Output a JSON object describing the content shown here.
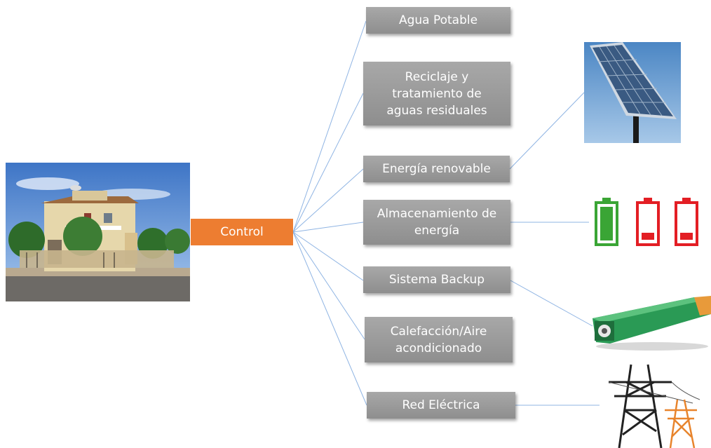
{
  "central": {
    "label": "Control"
  },
  "branches": [
    {
      "label": "Agua Potable"
    },
    {
      "label": "Reciclaje y tratamiento de aguas residuales"
    },
    {
      "label": "Energía renovable"
    },
    {
      "label": "Almacenamiento de energía"
    },
    {
      "label": "Sistema Backup"
    },
    {
      "label": "Calefacción/Aire acondicionado"
    },
    {
      "label": "Red Eléctrica"
    }
  ],
  "images": [
    {
      "name": "house-photo"
    },
    {
      "name": "solar-panel-photo"
    },
    {
      "name": "battery-levels-icon"
    },
    {
      "name": "backup-battery-photo"
    },
    {
      "name": "power-tower-icon"
    }
  ],
  "colors": {
    "central": "#ed7d31",
    "branch": "#999999",
    "connector": "#8fb4e3",
    "battery_full": "#3aa535",
    "battery_low": "#e31e24"
  }
}
